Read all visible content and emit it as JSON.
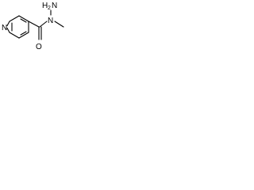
{
  "molecule": {
    "atoms": {
      "ring_nitrogen": "N",
      "amine_nitrogen": "N",
      "amine_hydrogen": "H",
      "amine_h_count": "2",
      "hydrazide_nitrogen": "N",
      "carbonyl_oxygen": "O"
    }
  }
}
